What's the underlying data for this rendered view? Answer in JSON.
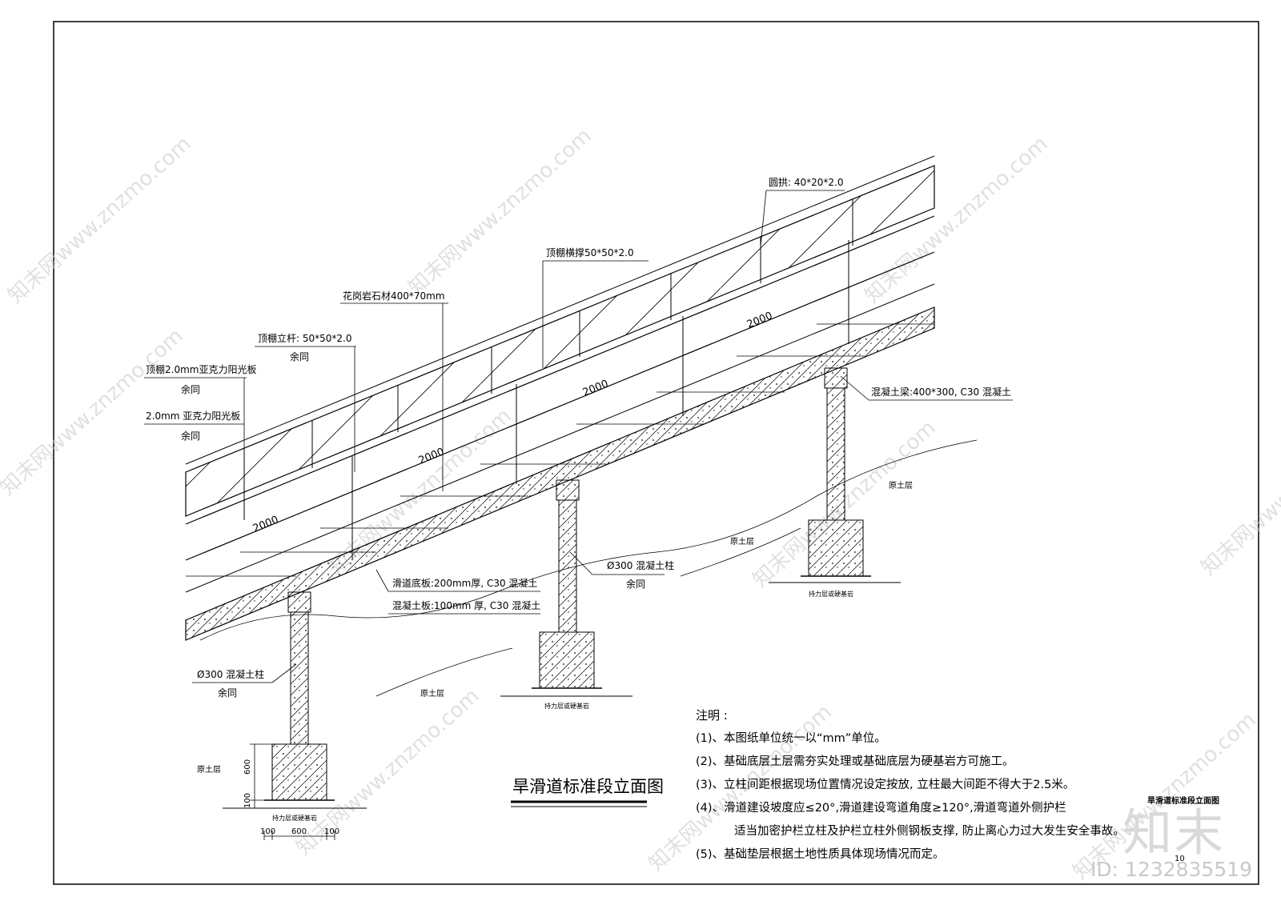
{
  "drawing_title": "旱滑道标准段立面图",
  "small_title": "旱滑道标准段立面图",
  "sheet_number": "10",
  "labels": {
    "arch": "圆拱: 40*20*2.0",
    "roof_brace": "顶棚横撑50*50*2.0",
    "granite": "花岗岩石材400*70mm",
    "roof_post": "顶棚立杆: 50*50*2.0",
    "roof_post_sub": "余同",
    "roof_panel": "顶棚2.0mm亚克力阳光板",
    "roof_panel_sub": "余同",
    "side_panel": "2.0mm 亚克力阳光板",
    "side_panel_sub": "余同",
    "beam": "混凝土梁:400*300, C30 混凝土",
    "column_mid": "Ø300 混凝土柱",
    "column_mid_sub": "余同",
    "column_left": "Ø300 混凝土柱",
    "column_left_sub": "余同",
    "slab_base": "滑道底板:200mm厚, C30 混凝土",
    "slab_concrete": "混凝土板:100mm 厚, C30 混凝土",
    "soil_1": "原土层",
    "soil_2": "原土层",
    "soil_3": "原土层",
    "soil_4": "原土层",
    "bearing_1": "持力层或硬基岩",
    "bearing_2": "持力层或硬基岩",
    "bearing_3": "持力层或硬基岩",
    "span_1": "2000",
    "span_2": "2000",
    "span_3": "2000",
    "span_4": "2000"
  },
  "dimensions": {
    "h600": "600",
    "h100": "100",
    "w100a": "100",
    "w600": "600",
    "w100b": "100"
  },
  "notes": {
    "title": "注明 :",
    "items": [
      "(1)、本图纸单位统一以“mm”单位。",
      "(2)、基础底层土层需夯实处理或基础底层为硬基岩方可施工。",
      "(3)、立柱间距根据现场位置情况设定按放, 立柱最大间距不得大于2.5米。",
      "(4)、滑道建设坡度应≤20°,滑道建设弯道角度≥120°,滑道弯道外侧护栏",
      "适当加密护栏立柱及护栏立柱外侧钢板支撑, 防止离心力过大发生安全事故。",
      "(5)、基础垫层根据土地性质具体现场情况而定。"
    ]
  },
  "watermark": {
    "text": "知末网www.znzmo.com",
    "logo": "知末",
    "id": "ID: 1232835519"
  }
}
